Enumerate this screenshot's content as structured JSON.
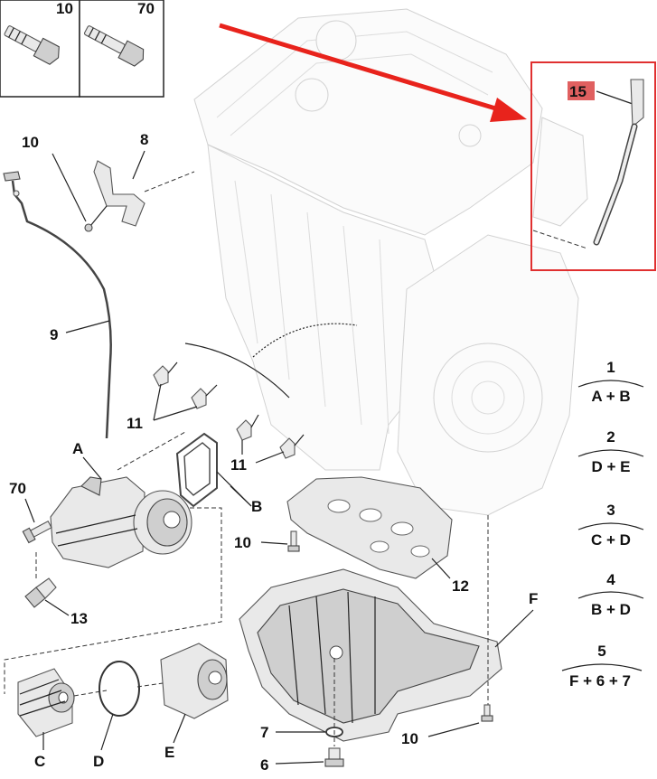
{
  "colors": {
    "highlight_box": "#e03030",
    "highlight_label_bg": "#e06060",
    "arrow": "#e8231c",
    "line": "#222222"
  },
  "callouts": {
    "bolt_box_left": "10",
    "bolt_box_right": "70",
    "c10_top": "10",
    "c8": "8",
    "c9": "9",
    "c11_a": "11",
    "c11_b": "11",
    "cA": "A",
    "cB": "B",
    "c70": "70",
    "c13": "13",
    "c10_mid": "10",
    "c12": "12",
    "cF": "F",
    "c7": "7",
    "c6": "6",
    "c10_bottom": "10",
    "cC": "C",
    "cD": "D",
    "cE": "E",
    "c15": "15"
  },
  "kits": [
    {
      "number": "1",
      "contents": "A + B"
    },
    {
      "number": "2",
      "contents": "D + E"
    },
    {
      "number": "3",
      "contents": "C + D"
    },
    {
      "number": "4",
      "contents": "B + D"
    },
    {
      "number": "5",
      "contents": "F + 6 + 7"
    }
  ]
}
